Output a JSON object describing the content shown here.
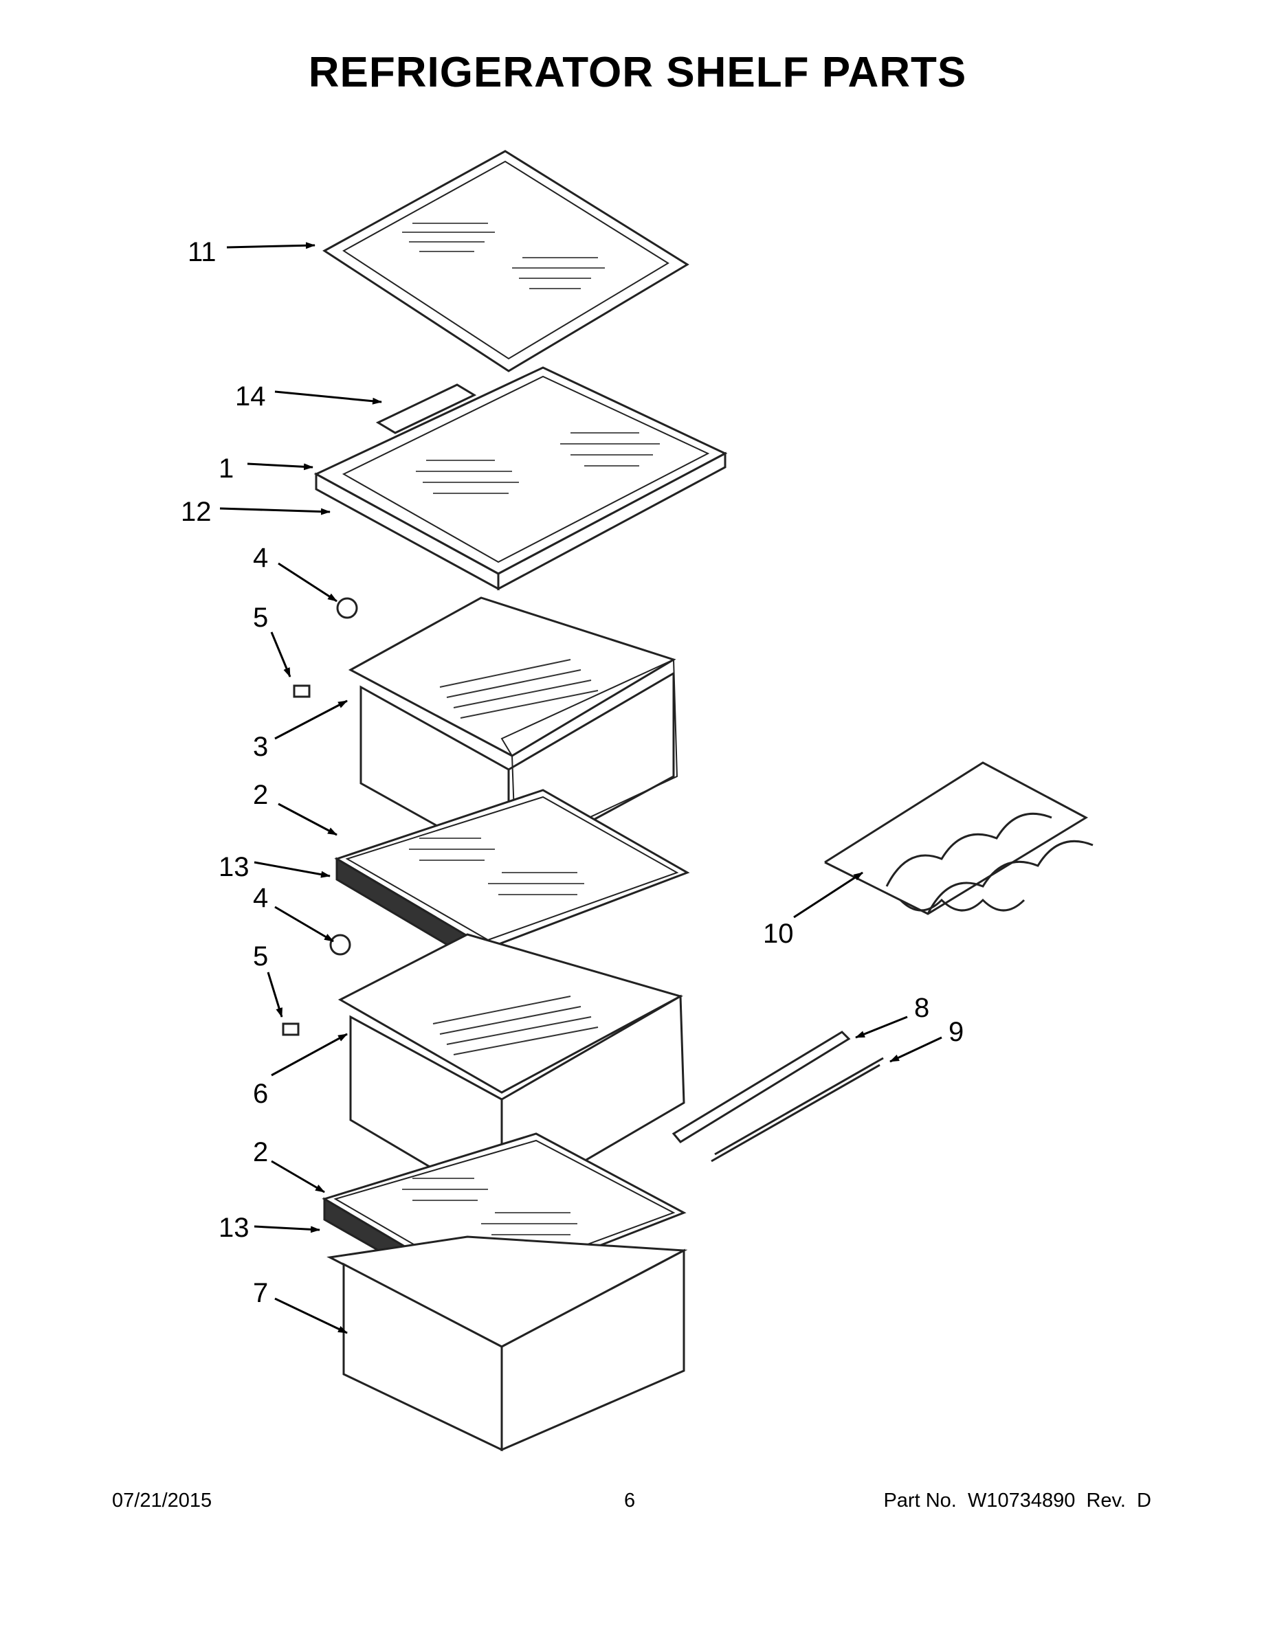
{
  "title": "REFRIGERATOR SHELF PARTS",
  "footer": {
    "date": "07/21/2015",
    "page": "6",
    "part_no": "Part No.  W10734890  Rev.  D"
  },
  "callouts": [
    "11",
    "14",
    "1",
    "12",
    "4",
    "5",
    "3",
    "2",
    "13",
    "4",
    "5",
    "6",
    "2",
    "13",
    "7",
    "10",
    "8",
    "9"
  ]
}
